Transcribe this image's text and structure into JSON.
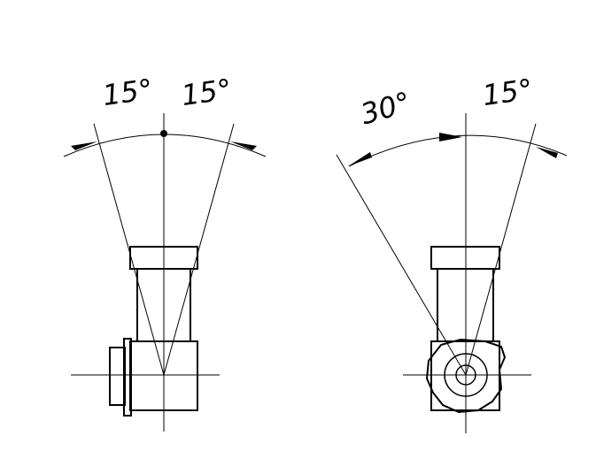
{
  "views": {
    "left": {
      "angle_left_label": "15°",
      "angle_right_label": "15°"
    },
    "right": {
      "angle_left_label": "30°",
      "angle_right_label": "15°"
    }
  },
  "colors": {
    "line": "#000000",
    "background": "#ffffff"
  }
}
